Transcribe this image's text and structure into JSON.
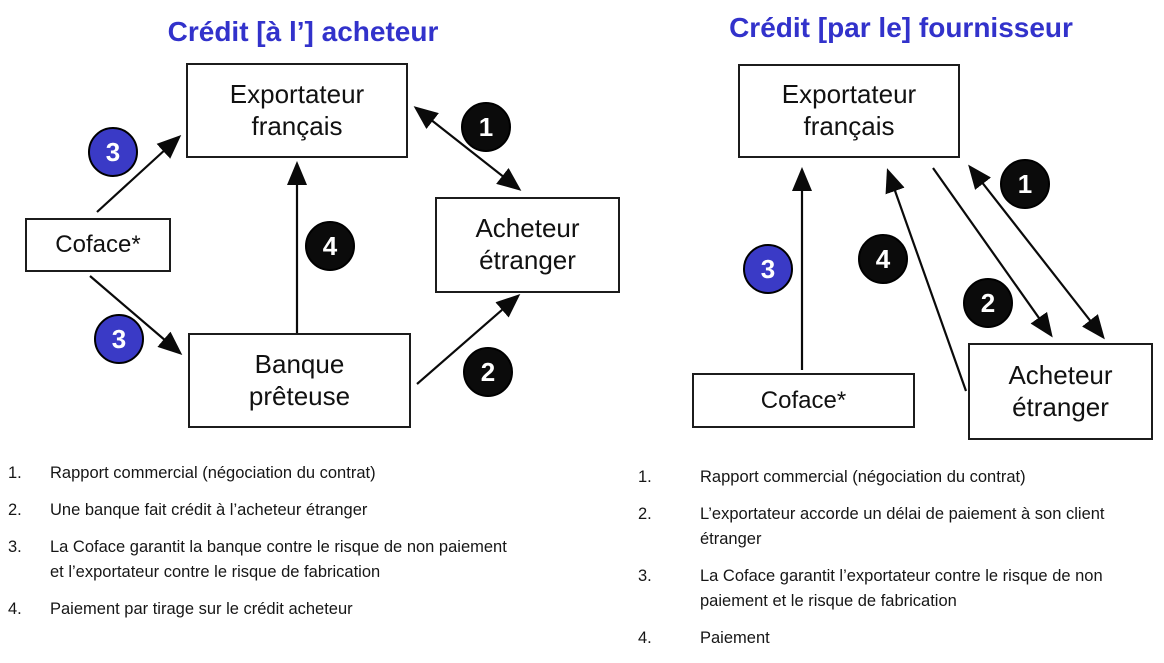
{
  "colors": {
    "title_blue": "#3232cb",
    "badge_blue": "#3a3ac6",
    "badge_black": "#0b0b0b",
    "line_black": "#0a0a0a"
  },
  "left": {
    "title": "Crédit [à l’] acheteur",
    "boxes": {
      "exportateur": "Exportateur\nfrançais",
      "acheteur": "Acheteur\nétranger",
      "banque": "Banque\nprêteuse",
      "coface": "Coface*"
    },
    "badges": {
      "b1": "1",
      "b2": "2",
      "b3a": "3",
      "b3b": "3",
      "b4": "4"
    },
    "legend": [
      {
        "num": "1.",
        "text": "Rapport commercial (négociation du contrat)"
      },
      {
        "num": "2.",
        "text": "Une banque fait crédit à l’acheteur étranger"
      },
      {
        "num": "3.",
        "text": "La Coface garantit la banque contre le risque de non paiement\net l’exportateur contre le risque de fabrication"
      },
      {
        "num": "4.",
        "text": "Paiement par tirage sur le crédit acheteur"
      }
    ]
  },
  "right": {
    "title": "Crédit [par le] fournisseur",
    "boxes": {
      "exportateur": "Exportateur\nfrançais",
      "acheteur": "Acheteur\nétranger",
      "coface": "Coface*"
    },
    "badges": {
      "b1": "1",
      "b2": "2",
      "b3": "3",
      "b4": "4"
    },
    "legend": [
      {
        "num": "1.",
        "text": "Rapport commercial (négociation du contrat)"
      },
      {
        "num": "2.",
        "text": "L’exportateur accorde un délai de paiement à son client\nétranger"
      },
      {
        "num": "3.",
        "text": "La Coface garantit l’exportateur contre le risque de non\npaiement et le risque de fabrication"
      },
      {
        "num": "4.",
        "text": "Paiement"
      }
    ]
  }
}
